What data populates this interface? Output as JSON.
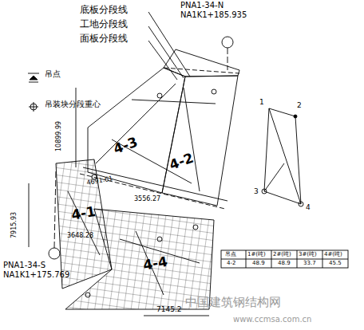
{
  "diagram": {
    "labels": [
      "底板分段线",
      "工地分段线",
      "面板分段线",
      "PNA1-34-N",
      "NA1K1+185.935",
      "4-3",
      "4-2",
      "4-1",
      "4-4",
      "10899.99",
      "4691.61",
      "3556.27",
      "7915.93",
      "3648.28",
      "PNA1-34-S",
      "NA1K1+175.769",
      "7145.2",
      "1",
      "2",
      "3",
      "4",
      "吊点",
      "1#(吨)",
      "2#(吨)",
      "3#(吨)",
      "4#(吨)",
      "4-2",
      "48.9",
      "48.9",
      "33.7",
      "45.5",
      "中国建筑钢结构网",
      "www.ccmsa.com.cn"
    ],
    "legend": [
      {
        "text": "吊点"
      },
      {
        "text": "吊装块分段重心"
      }
    ]
  }
}
